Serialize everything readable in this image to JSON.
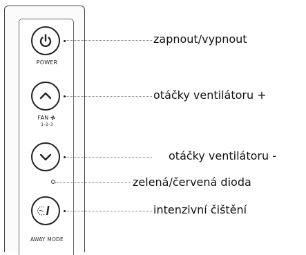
{
  "panel": {
    "buttons": [
      {
        "label": "POWER",
        "icon": "power-icon",
        "callout": "zapnout/vypnout"
      },
      {
        "label": "FAN",
        "sublabel": "1-2-3",
        "icon": "chevron-up-icon",
        "callout": "otáčky ventilátoru +"
      },
      {
        "label": "",
        "icon": "chevron-down-icon",
        "callout": "otáčky ventilátoru -"
      },
      {
        "label": "AWAY MODE",
        "icon": "away-mode-icon",
        "callout": "intenzivní čištění"
      }
    ],
    "led": {
      "icon": "led-indicator-icon",
      "callout": "zelená/červená dioda"
    }
  }
}
